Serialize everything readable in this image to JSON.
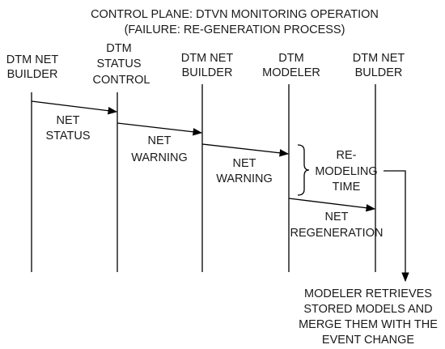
{
  "title": {
    "line1": "CONTROL PLANE: DTVN MONITORING OPERATION",
    "line2": "(FAILURE: RE-GENERATION PROCESS)"
  },
  "lanes": [
    {
      "lines": [
        "DTM NET",
        "BUILDER"
      ]
    },
    {
      "lines": [
        "DTM",
        "STATUS",
        "CONTROL"
      ]
    },
    {
      "lines": [
        "DTM NET",
        "BUILDER"
      ]
    },
    {
      "lines": [
        "DTM",
        "MODELER"
      ]
    },
    {
      "lines": [
        "DTM NET",
        "BULDER"
      ]
    }
  ],
  "messages": [
    {
      "from": 0,
      "to": 1,
      "lines": [
        "NET",
        "STATUS"
      ]
    },
    {
      "from": 1,
      "to": 2,
      "lines": [
        "NET",
        "WARNING"
      ]
    },
    {
      "from": 2,
      "to": 3,
      "lines": [
        "NET",
        "WARNING"
      ]
    },
    {
      "from": 3,
      "to": 4,
      "lines": [
        "NET",
        "REGENERATION"
      ]
    }
  ],
  "remodeling_note": {
    "lines": [
      "RE-",
      "MODELING",
      "TIME"
    ]
  },
  "result_note": {
    "lines": [
      "MODELER RETRIEVES",
      "STORED MODELS AND",
      "MERGE THEM WITH THE",
      "EVENT CHANGE"
    ]
  },
  "colors": {
    "line": "#000000",
    "text": "#1a1a1a",
    "background": "#ffffff"
  }
}
